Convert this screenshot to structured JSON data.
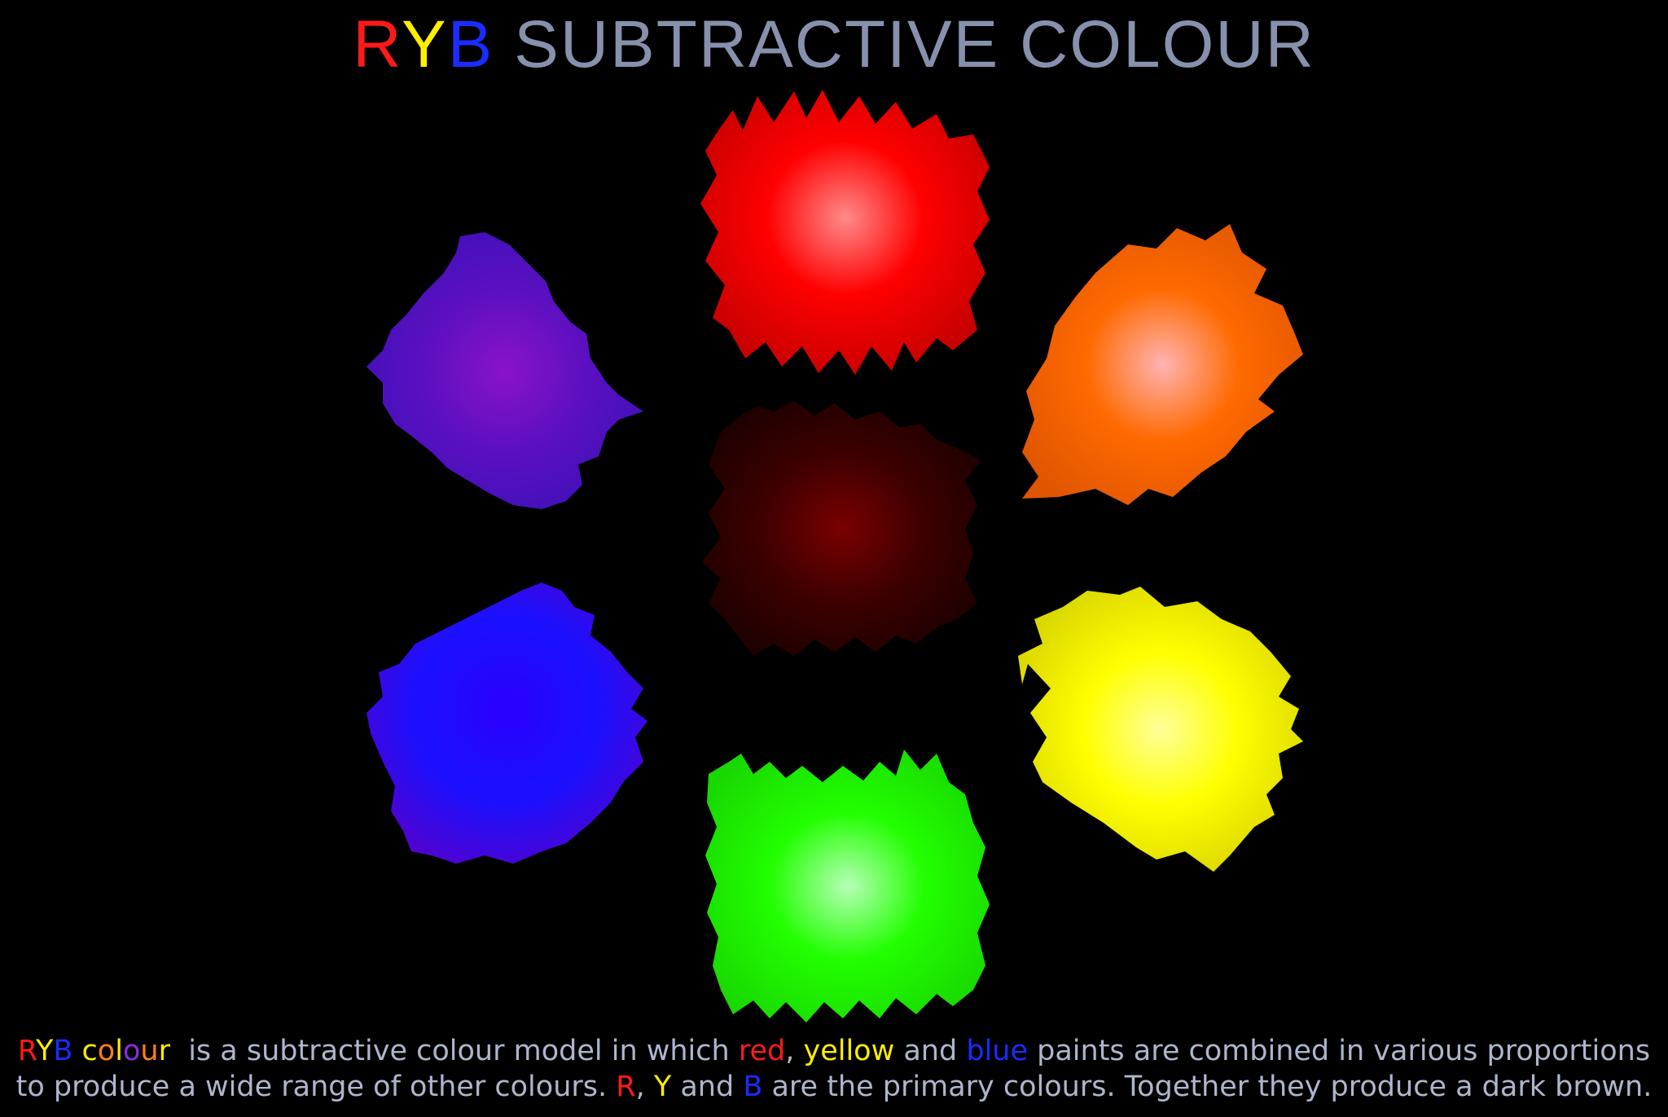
{
  "colors": {
    "red": "#ff1a1a",
    "yellow": "#ffee00",
    "blue": "#1a2cff",
    "orange": "#ff7f1a",
    "purple": "#8a2be2",
    "title_grey": "#8791ad",
    "caption_grey": "#aeb6cc"
  },
  "title": {
    "r": "R",
    "y": "Y",
    "b": "B",
    "rest": " SUBTRACTIVE COLOUR"
  },
  "caption": {
    "line1": {
      "r": "R",
      "y": "Y",
      "b": "B",
      "c1": "c",
      "o1": "o",
      "l": "l",
      "o2": "o",
      "u": "u",
      "rr": "r",
      "t1": "  is a subtractive colour model in which ",
      "red": "red",
      "t2": ", ",
      "yellow": "yellow",
      "t3": " and ",
      "blue": "blue",
      "t4": " paints are combined in various proportions"
    },
    "line2": {
      "t1": "to produce a wide range of other colours. ",
      "r": "R",
      "t2": ", ",
      "y": "Y",
      "t3": " and ",
      "b": "B",
      "t4": " are the primary colours. Together they produce a dark brown."
    }
  },
  "blobs": [
    {
      "name": "red-blob",
      "color_name": "red",
      "hi": "#ff8a8a",
      "base": "#ff0000",
      "edge": "#c40000"
    },
    {
      "name": "orange-blob",
      "color_name": "orange",
      "hi": "#ffb3b3",
      "base": "#ff6a00",
      "edge": "#e05500"
    },
    {
      "name": "yellow-blob",
      "color_name": "yellow",
      "hi": "#ffff9a",
      "base": "#ffff00",
      "edge": "#d6d200"
    },
    {
      "name": "green-blob",
      "color_name": "green",
      "hi": "#b6ffb6",
      "base": "#22ff00",
      "edge": "#18d800"
    },
    {
      "name": "blue-blob",
      "color_name": "blue",
      "hi": "#2a00ff",
      "base": "#1a10ff",
      "edge": "#5a00c8"
    },
    {
      "name": "purple-blob",
      "color_name": "purple",
      "hi": "#8a12c8",
      "base": "#5a10c0",
      "edge": "#3d10b8"
    },
    {
      "name": "brown-blob",
      "color_name": "dark brown",
      "hi": "#7a0000",
      "base": "#3c0000",
      "edge": "#1a0000"
    }
  ]
}
